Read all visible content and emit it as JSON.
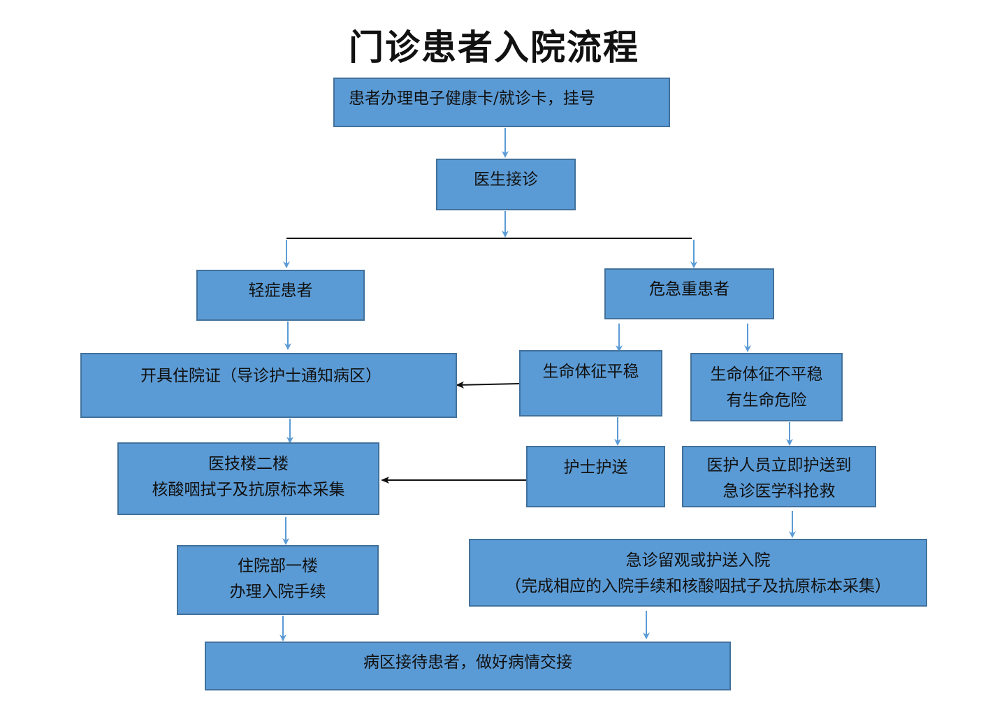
{
  "title": "门诊患者入院流程",
  "colors": {
    "box_fill": "#5b9bd5",
    "box_border": "#41719c",
    "arrow_blue": "#5b9bd5",
    "arrow_dark": "#111111"
  },
  "nodes": {
    "register": "患者办理电子健康卡/就诊卡，挂号",
    "doctor": "医生接诊",
    "mild": "轻症患者",
    "critical": "危急重患者",
    "admit_cert": "开具住院证（导诊护士通知病区）",
    "stable": "生命体征平稳",
    "unstable": {
      "line1": "生命体征不平稳",
      "line2": "有生命危险"
    },
    "sampling": {
      "line1": "医技楼二楼",
      "line2": "核酸咽拭子及抗原标本采集"
    },
    "nurse_escort": "护士护送",
    "er_escort": {
      "line1": "医护人员立即护送到",
      "line2": "急诊医学科抢救"
    },
    "admission_dept": {
      "line1": "住院部一楼",
      "line2": "办理入院手续"
    },
    "er_observe": {
      "line1": "急诊留观或护送入院",
      "line2": "（完成相应的入院手续和核酸咽拭子及抗原标本采集）"
    },
    "ward": "病区接待患者，做好病情交接"
  }
}
